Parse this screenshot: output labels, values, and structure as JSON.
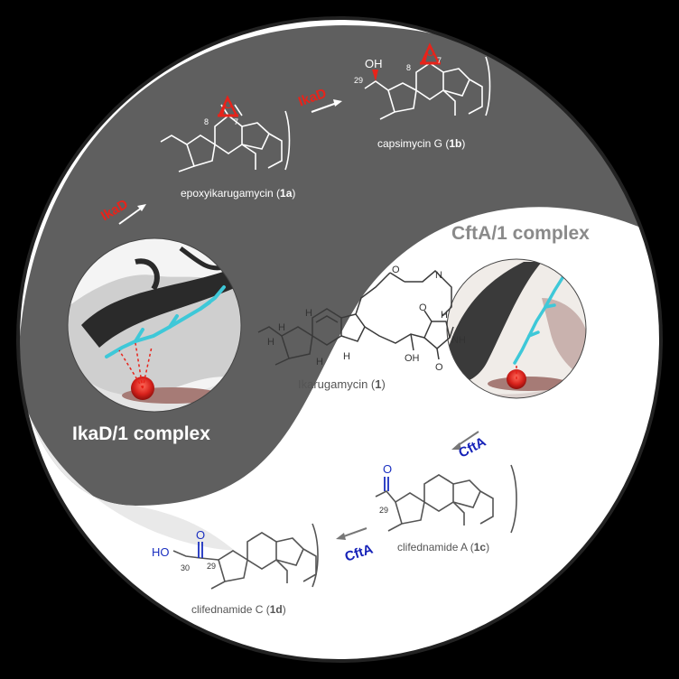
{
  "compounds": {
    "c1a": {
      "name": "epoxyikarugamycin (",
      "id": "1a",
      "close": ")"
    },
    "c1b": {
      "name": "capsimycin G (",
      "id": "1b",
      "close": ")"
    },
    "c1": {
      "name": "Ikarugamycin (",
      "id": "1",
      "close": ")"
    },
    "c1c": {
      "name": "clifednamide A (",
      "id": "1c",
      "close": ")"
    },
    "c1d": {
      "name": "clifednamide C (",
      "id": "1d",
      "close": ")"
    }
  },
  "enzymes": {
    "ikad": "IkaD",
    "cfta": "CftA"
  },
  "complexes": {
    "ikad": "IkaD/1 complex",
    "cfta": "CftA/1 complex"
  },
  "atoms": {
    "oh": "OH",
    "ho": "HO",
    "o": "O",
    "h": "H",
    "nh": "NH",
    "n": "N",
    "n8": "8",
    "n7": "7",
    "n29": "29",
    "n30": "30"
  },
  "colors": {
    "enzyme_ikad": "#e8231a",
    "enzyme_cfta": "#1622b8",
    "epoxide": "#e8231a",
    "carbonyl": "#1a2fc0",
    "dark_region": "#5f5f5f",
    "light_region": "#ffffff",
    "ligand": "#3ec8d8"
  }
}
